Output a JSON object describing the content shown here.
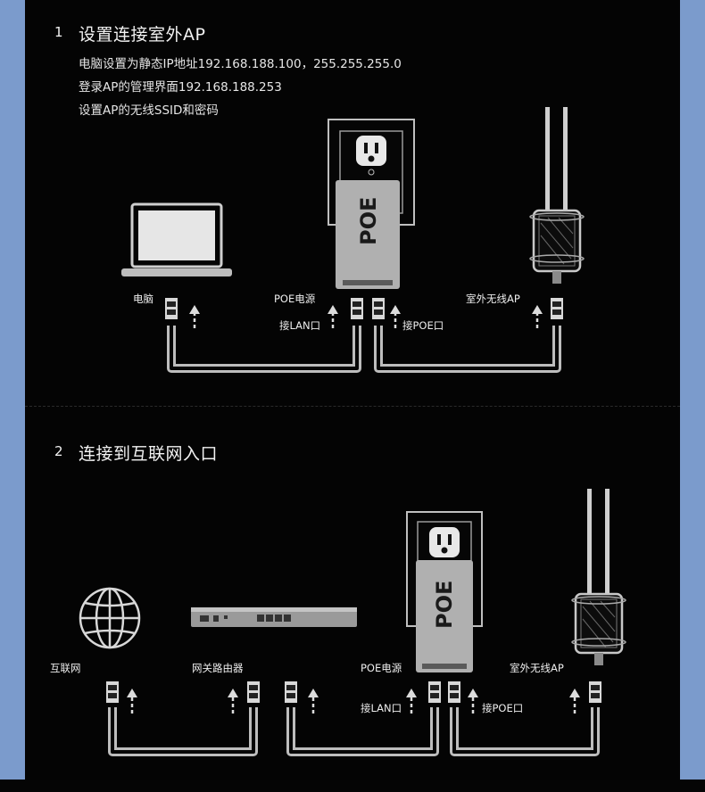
{
  "step1": {
    "number": "1",
    "title": "设置连接室外AP",
    "lines": [
      "电脑设置为静态IP地址192.168.188.100，255.255.255.0",
      "登录AP的管理界面192.168.188.253",
      "设置AP的无线SSID和密码"
    ],
    "labels": {
      "computer": "电脑",
      "poe_power": "POE电源",
      "outdoor_ap": "室外无线AP",
      "lan_port": "接LAN口",
      "poe_port": "接POE口"
    },
    "poe_mark": "POE"
  },
  "step2": {
    "number": "2",
    "title": "连接到互联网入口",
    "labels": {
      "internet": "互联网",
      "gateway_router": "网关路由器",
      "poe_power": "POE电源",
      "outdoor_ap": "室外无线AP",
      "lan_port": "接LAN口",
      "poe_port": "接POE口"
    },
    "poe_mark": "POE"
  },
  "colors": {
    "background": "#040404",
    "side_frame": "#7b9bcc",
    "cable": "#cfcfcf",
    "device": "#a9a9a9"
  }
}
